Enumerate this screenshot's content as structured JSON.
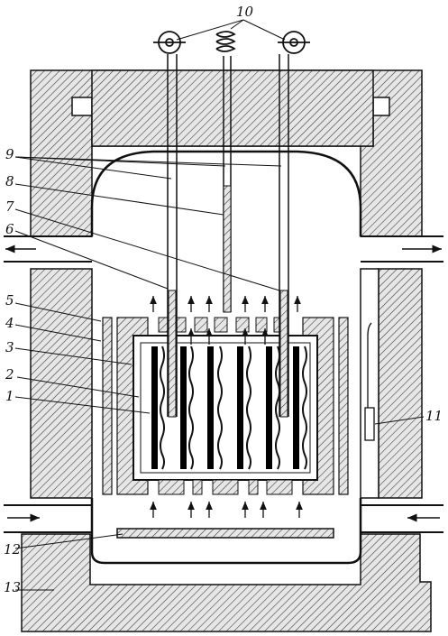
{
  "labels": {
    "l1": "1",
    "l2": "2",
    "l3": "3",
    "l4": "4",
    "l5": "5",
    "l6": "6",
    "l7": "7",
    "l8": "8",
    "l9": "9",
    "l10": "10",
    "l11": "11",
    "l12": "12",
    "l13": "13"
  },
  "colors": {
    "stroke": "#111111",
    "hatch_fill": "#d0d0d0",
    "fuel": "#000000",
    "background": "#ffffff"
  }
}
